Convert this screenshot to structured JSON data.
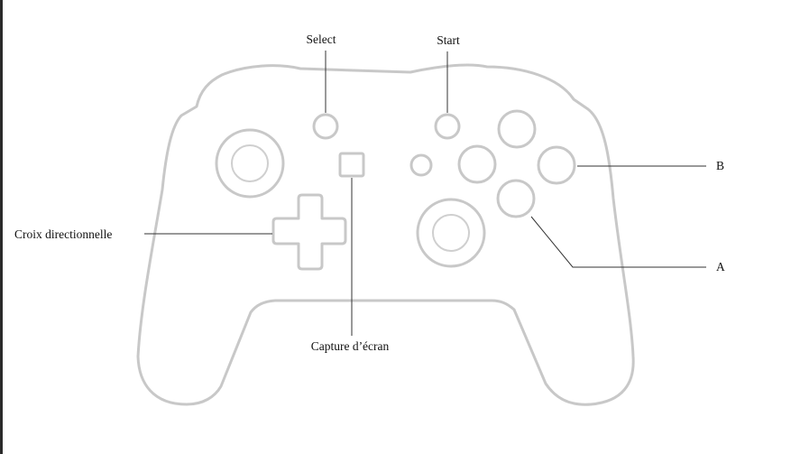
{
  "diagram": {
    "labels": {
      "select": "Select",
      "start": "Start",
      "b": "B",
      "a": "A",
      "dpad": "Croix directionnelle",
      "capture": "Capture d’écran"
    },
    "colors": {
      "outline": "#c8c8c8",
      "leader": "#333333",
      "text": "#111111"
    }
  }
}
